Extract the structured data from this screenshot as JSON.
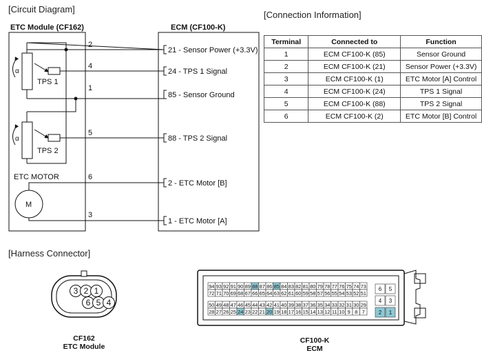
{
  "circuit": {
    "section_title": "[Circuit Diagram]",
    "etc_module_title": "ETC Module (CF162)",
    "ecm_title": "ECM (CF100-K)",
    "tps1_label": "TPS 1",
    "tps2_label": "TPS 2",
    "alpha": "α",
    "motor_label": "ETC MOTOR",
    "motor_symbol": "M",
    "pins": [
      "2",
      "4",
      "1",
      "5",
      "6",
      "3"
    ],
    "ecm_pins": [
      "21 - Sensor Power (+3.3V)",
      "24 - TPS 1 Signal",
      "85 - Sensor Ground",
      "88 - TPS 2 Signal",
      "2 - ETC Motor [B]",
      "1 - ETC Motor [A]"
    ]
  },
  "connection": {
    "section_title": "[Connection Information]",
    "headers": [
      "Terminal",
      "Connected to",
      "Function"
    ],
    "rows": [
      [
        "1",
        "ECM CF100-K (85)",
        "Sensor Ground"
      ],
      [
        "2",
        "ECM CF100-K (21)",
        "Sensor Power (+3.3V)"
      ],
      [
        "3",
        "ECM CF100-K (1)",
        "ETC Motor [A] Control"
      ],
      [
        "4",
        "ECM CF100-K (24)",
        "TPS 1 Signal"
      ],
      [
        "5",
        "ECM CF100-K (88)",
        "TPS 2 Signal"
      ],
      [
        "6",
        "ECM CF100-K (2)",
        "ETC Motor [B] Control"
      ]
    ]
  },
  "harness": {
    "section_title": "[Harness Connector]",
    "cf162_pins_top": [
      "3",
      "2",
      "1"
    ],
    "cf162_pins_bottom": [
      "6",
      "5",
      "4"
    ],
    "cf162_name": "CF162",
    "cf162_desc": "ETC Module",
    "cf100_name": "CF100-K",
    "cf100_desc": "ECM",
    "main_rows": [
      [
        "94",
        "93",
        "92",
        "91",
        "90",
        "89",
        "88",
        "87",
        "86",
        "85",
        "84",
        "83",
        "82",
        "81",
        "80",
        "79",
        "78",
        "77",
        "76",
        "75",
        "74",
        "73"
      ],
      [
        "72",
        "71",
        "70",
        "69",
        "68",
        "67",
        "66",
        "65",
        "64",
        "63",
        "62",
        "61",
        "60",
        "59",
        "58",
        "57",
        "56",
        "55",
        "54",
        "53",
        "52",
        "51"
      ],
      [
        "50",
        "49",
        "48",
        "47",
        "46",
        "45",
        "44",
        "43",
        "42",
        "41",
        "40",
        "39",
        "38",
        "37",
        "36",
        "35",
        "34",
        "33",
        "32",
        "31",
        "30",
        "29"
      ],
      [
        "28",
        "27",
        "26",
        "25",
        "24",
        "23",
        "22",
        "21",
        "20",
        "19",
        "18",
        "17",
        "16",
        "15",
        "14",
        "13",
        "12",
        "11",
        "10",
        "9",
        "8",
        "7"
      ]
    ],
    "side_rows": [
      [
        "6",
        "5"
      ],
      [
        "4",
        "3"
      ],
      [
        "2",
        "1"
      ]
    ],
    "highlighted_pins": [
      "88",
      "85",
      "24",
      "20",
      "2",
      "1"
    ],
    "highlight_color": "#8ec9d4"
  }
}
